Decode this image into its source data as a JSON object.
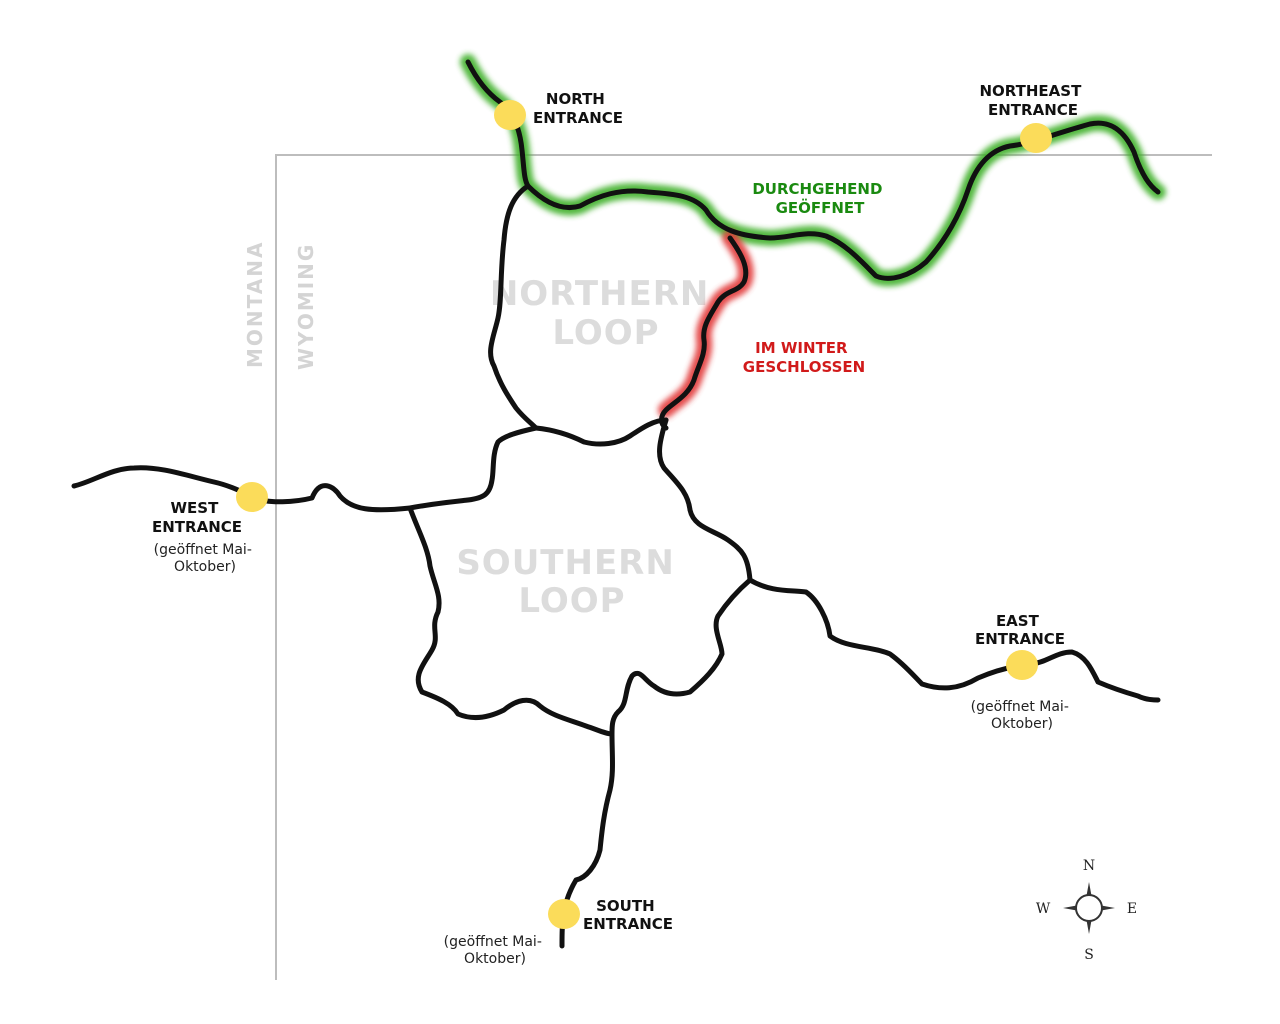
{
  "states": {
    "west": "MONTANA",
    "east": "WYOMING"
  },
  "loops": {
    "northern": [
      "NORTHERN",
      "LOOP"
    ],
    "southern": [
      "SOUTHERN",
      "LOOP"
    ]
  },
  "entrances": {
    "north": {
      "label": [
        "NORTH",
        "ENTRANCE"
      ]
    },
    "northeast": {
      "label": [
        "NORTHEAST",
        "ENTRANCE"
      ]
    },
    "west": {
      "label": [
        "WEST",
        "ENTRANCE"
      ],
      "note": [
        "(geöffnet Mai-",
        "Oktober)"
      ]
    },
    "east": {
      "label": [
        "EAST",
        "ENTRANCE"
      ],
      "note": [
        "(geöffnet Mai-",
        "Oktober)"
      ]
    },
    "south": {
      "label": [
        "SOUTH",
        "ENTRANCE"
      ],
      "note": [
        "(geöffnet Mai-",
        "Oktober)"
      ]
    }
  },
  "road_status": {
    "open_all_year": [
      "DURCHGEHEND",
      "GEÖFFNET"
    ],
    "closed_winter": [
      "IM WINTER",
      "GESCHLOSSEN"
    ]
  },
  "compass": {
    "n": "N",
    "e": "E",
    "s": "S",
    "w": "W"
  },
  "colors": {
    "road": "#111111",
    "open_highlight": "#3fb02a",
    "closed_highlight": "#e23b3b",
    "open_text": "#1a8a10",
    "closed_text": "#d11a1a",
    "entrance_marker": "#fbdc5a",
    "border": "#bdbdbd"
  }
}
